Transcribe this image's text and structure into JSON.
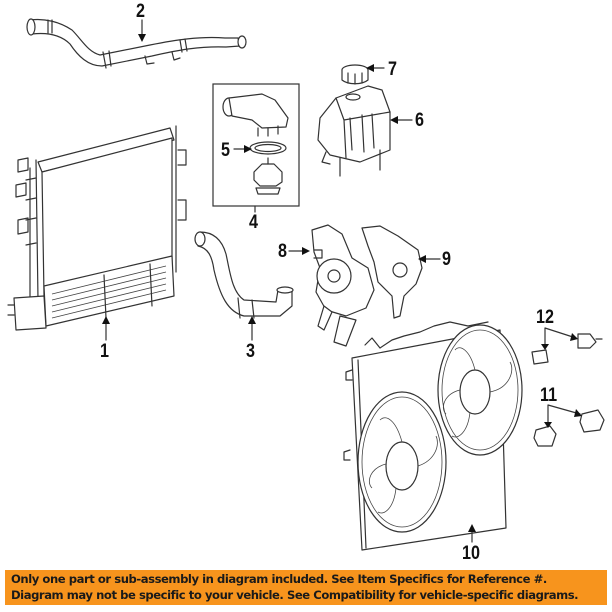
{
  "diagram": {
    "type": "exploded parts diagram",
    "subject": "Engine cooling system components",
    "callouts": [
      {
        "number": "1",
        "part": "radiator"
      },
      {
        "number": "2",
        "part": "upper coolant hose"
      },
      {
        "number": "3",
        "part": "lower coolant hose"
      },
      {
        "number": "4",
        "part": "thermostat housing assembly"
      },
      {
        "number": "5",
        "part": "thermostat housing seal"
      },
      {
        "number": "6",
        "part": "coolant reservoir"
      },
      {
        "number": "7",
        "part": "reservoir cap"
      },
      {
        "number": "8",
        "part": "water pump"
      },
      {
        "number": "9",
        "part": "water pump gasket / cover"
      },
      {
        "number": "10",
        "part": "dual cooling fan assembly"
      },
      {
        "number": "11",
        "part": "fan connectors / resistors"
      },
      {
        "number": "12",
        "part": "temperature sensors / switches"
      }
    ]
  },
  "banner": {
    "line1": "Only one part or sub-assembly in diagram included. See Item Specifics for Reference #.",
    "line2": "Diagram may not be specific to your vehicle. See Compatibility for vehicle-specific diagrams.",
    "background_color": "#f7941d",
    "text_color": "#1a1a1a"
  }
}
